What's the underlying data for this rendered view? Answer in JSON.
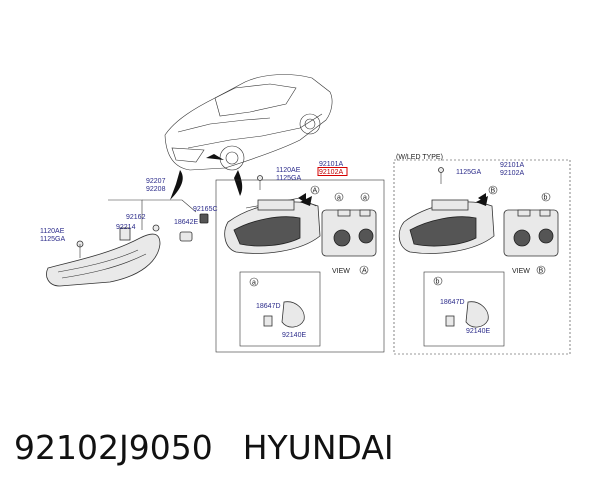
{
  "caption": {
    "part_number": "92102J9050",
    "brand": "HYUNDAI"
  },
  "diagram": {
    "wiled_type": "(W/LED TYPE)",
    "view_a": "VIEW",
    "view_b": "VIEW",
    "markers": {
      "a_upper": "A",
      "a_view": "A",
      "b_upper": "B",
      "b_view": "B",
      "a_small": "a",
      "a_small2": "a",
      "a_inset": "a",
      "b_inset": "b",
      "b_small": "b"
    },
    "labels": {
      "p1120ae_left": "1120AE",
      "p1125ga_left": "1125GA",
      "p92207": "92207",
      "p92208": "92208",
      "p92162": "92162",
      "p92214": "92214",
      "p18642e": "18642E",
      "p92165c": "92165C",
      "p1120ae_mid": "1120AE",
      "p1125ga_mid": "1125GA",
      "p92101a_mid": "92101A",
      "p92102a_mid": "92102A",
      "p18647d_mid": "18647D",
      "p92140e_mid": "92140E",
      "p1125ga_right": "1125GA",
      "p92101a_right": "92101A",
      "p92102a_right": "92102A",
      "p18647d_right": "18647D",
      "p92140e_right": "92140E"
    }
  }
}
